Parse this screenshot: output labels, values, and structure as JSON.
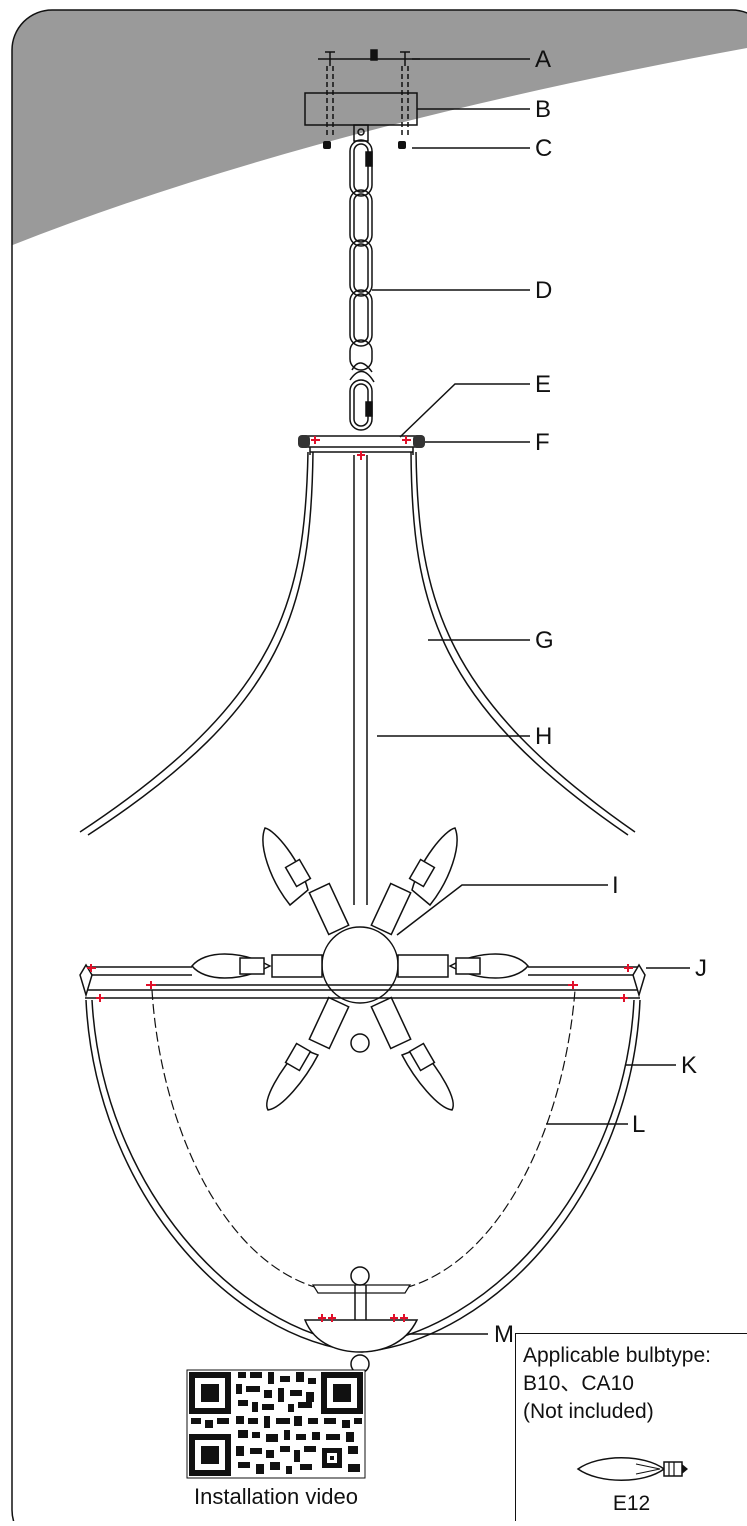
{
  "labels": {
    "A": "A",
    "B": "B",
    "C": "C",
    "D": "D",
    "E": "E",
    "F": "F",
    "G": "G",
    "H": "H",
    "I": "I",
    "J": "J",
    "K": "K",
    "L": "L",
    "M": "M"
  },
  "qr": {
    "caption": "Installation video"
  },
  "bulb_info": {
    "line1": "Applicable bulbtype:",
    "line2": "B10、CA10",
    "line3": "(Not included)",
    "socket": "E12"
  },
  "colors": {
    "ceiling": "#9a9a9a",
    "line": "#111111",
    "accent": "#e0102a"
  }
}
